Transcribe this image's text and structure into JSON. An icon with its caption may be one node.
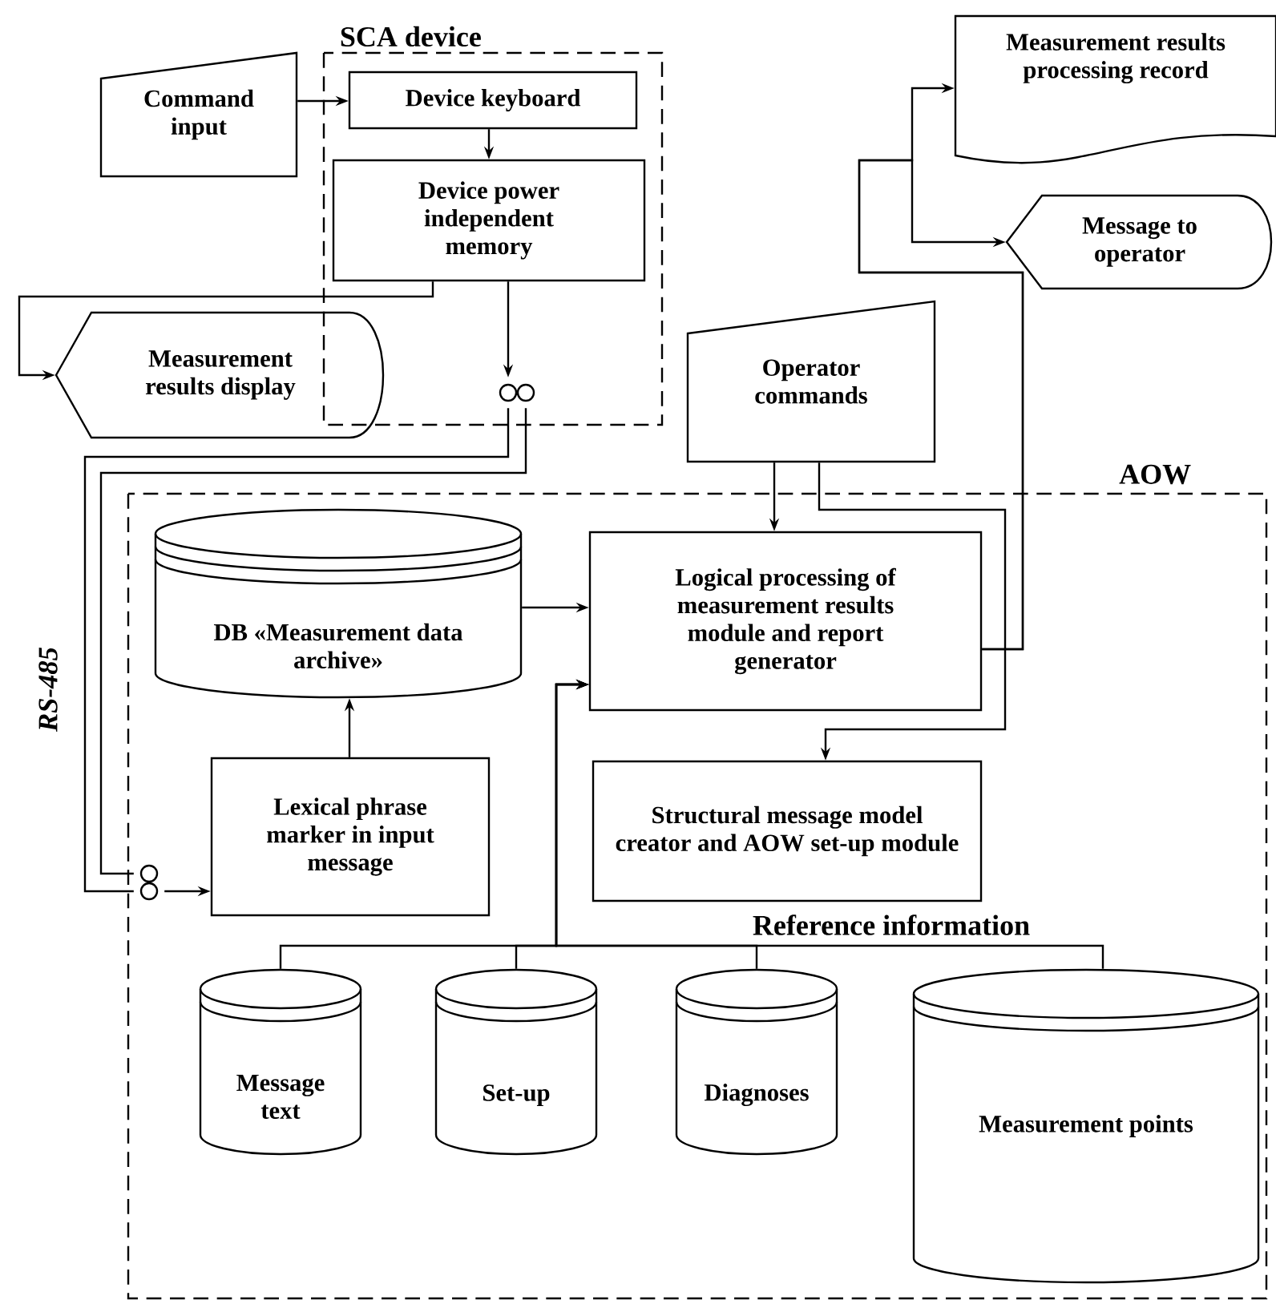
{
  "diagram": {
    "nodes": [
      {
        "text": [
          "Command input"
        ]
      },
      {
        "text": [
          "SCA device"
        ]
      },
      {
        "text": [
          "Device keyboard"
        ],
        "in": 1
      },
      {
        "text": [
          "Device power independent memory"
        ],
        "in": 1
      },
      {
        "text": [
          "Measurement results display"
        ]
      },
      {
        "text": [
          "Measurement results processing record"
        ]
      },
      {
        "text": [
          "Message to operator"
        ]
      },
      {
        "text": [
          "Operator commands"
        ]
      },
      {
        "text": [
          "AOW"
        ]
      },
      {
        "text": [
          "DB «Measurement data archive»"
        ],
        "in": 8
      },
      {
        "text": [
          "Logical processing of measurement results module and report generator"
        ],
        "in": 8
      },
      {
        "text": [
          "Lexical phrase marker in input message"
        ],
        "in": 8
      },
      {
        "text": [
          "Structural message model creator and AOW set-up module"
        ],
        "in": 8
      },
      {
        "text": [
          "Message text"
        ],
        "in": 8
      },
      {
        "text": [
          "Set-up"
        ],
        "in": 8
      },
      {
        "text": [
          "Diagnoses"
        ],
        "in": 8
      },
      {
        "text": [
          "Measurement points"
        ],
        "in": 8
      },
      {
        "text": [],
        "shape": "circle",
        "in": 1
      },
      {
        "text": [],
        "shape": "circle",
        "in": 8
      }
    ],
    "edges": [
      {
        "from": 0,
        "to": 2,
        "arrow": "to"
      },
      {
        "from": 2,
        "to": 3,
        "arrow": "to"
      },
      {
        "from": 3,
        "to": 4,
        "arrow": "to"
      },
      {
        "from": 3,
        "to": 17,
        "arrow": "to"
      },
      {
        "from": 17,
        "to": 18,
        "arrow": "none"
      },
      {
        "from": 17,
        "to": 18,
        "arrow": "none"
      },
      {
        "from": 18,
        "to": 11,
        "arrow": "to"
      },
      {
        "from": 11,
        "to": 9,
        "arrow": "to"
      },
      {
        "from": 9,
        "to": 10,
        "arrow": "to"
      },
      {
        "from": 7,
        "to": 10,
        "arrow": "to"
      },
      {
        "from": 7,
        "to": 12,
        "arrow": "to"
      },
      {
        "from": 10,
        "to": 5,
        "arrow": "to"
      },
      {
        "from": 10,
        "to": 6,
        "arrow": "to"
      },
      {
        "from": 13,
        "to": 10,
        "arrow": "to"
      },
      {
        "from": 14,
        "to": 10,
        "arrow": "to"
      },
      {
        "from": 15,
        "to": 10,
        "arrow": "to"
      },
      {
        "from": 16,
        "to": 10,
        "arrow": "to"
      }
    ],
    "labels": [
      "RS-485",
      "Reference information"
    ]
  }
}
